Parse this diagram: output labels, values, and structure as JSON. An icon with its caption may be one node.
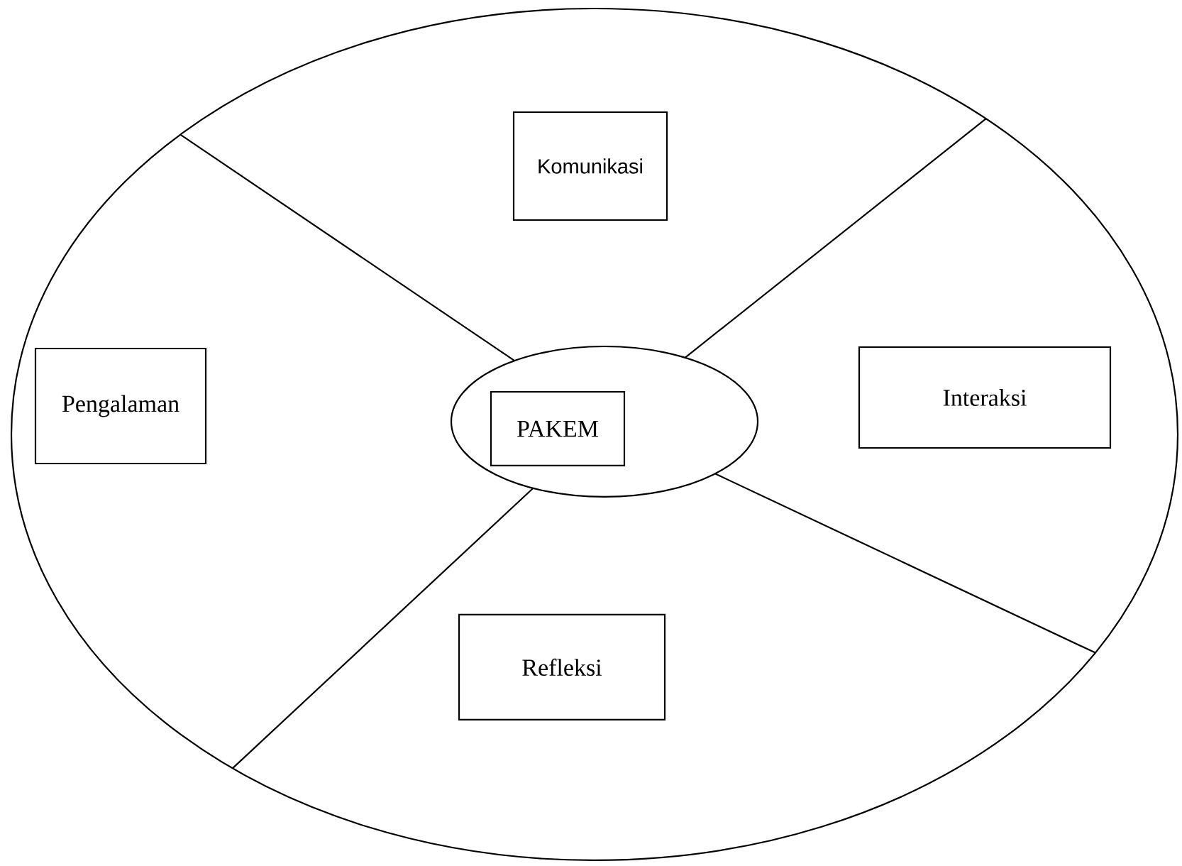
{
  "diagram": {
    "nodes": [
      {
        "text": [],
        "shape": "ellipse"
      },
      {
        "text": [
          "Komunikasi"
        ],
        "in": 0
      },
      {
        "text": [
          "Pengalaman"
        ],
        "in": 0
      },
      {
        "text": [],
        "shape": "ellipse",
        "in": 0
      },
      {
        "text": [
          "PAKEM"
        ],
        "in": 3
      },
      {
        "text": [
          "Interaksi"
        ],
        "in": 0
      },
      {
        "text": [
          "Refleksi"
        ],
        "in": 0
      }
    ]
  }
}
